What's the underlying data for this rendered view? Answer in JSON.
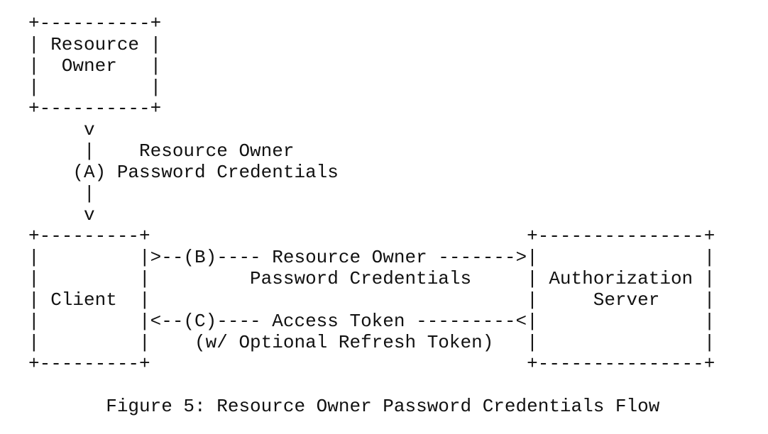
{
  "diagram": {
    "lines": [
      "+----------+",
      "| Resource |",
      "|  Owner   |",
      "|          |",
      "+----------+",
      "     v",
      "     |    Resource Owner",
      "    (A) Password Credentials",
      "     |",
      "     v",
      "+---------+                                  +---------------+",
      "|         |>--(B)---- Resource Owner ------->|               |",
      "|         |         Password Credentials     | Authorization |",
      "| Client  |                                  |     Server    |",
      "|         |<--(C)---- Access Token ---------<|               |",
      "|         |    (w/ Optional Refresh Token)   |               |",
      "+---------+                                  +---------------+",
      "",
      "       Figure 5: Resource Owner Password Credentials Flow"
    ]
  }
}
